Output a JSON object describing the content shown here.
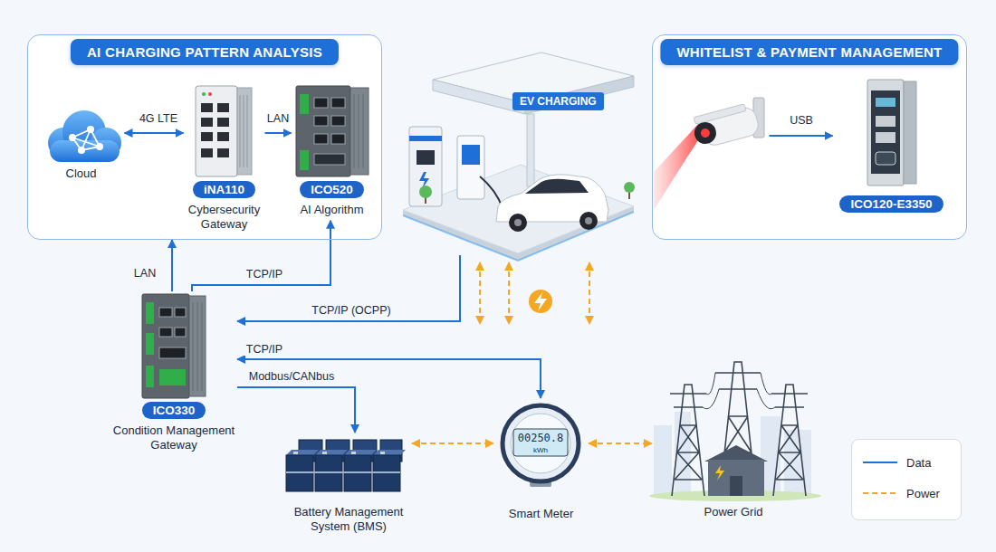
{
  "diagram": {
    "nodes": [
      {
        "text": [
          "AI CHARGING PATTERN ANALYSIS"
        ]
      },
      {
        "text": [
          "Cloud"
        ],
        "in": 0
      },
      {
        "text": [
          "iNA110",
          "Cybersecurity Gateway"
        ],
        "in": 0
      },
      {
        "text": [
          "ICO520",
          "AI Algorithm"
        ],
        "in": 0
      },
      {
        "text": [
          "WHITELIST & PAYMENT MANAGEMENT"
        ]
      },
      {
        "text": [],
        "in": 4
      },
      {
        "text": [
          "ICO120-E3350"
        ],
        "in": 4
      },
      {
        "text": [
          "EV CHARGING"
        ]
      },
      {
        "text": [
          "ICO330",
          "Condition Management Gateway"
        ]
      },
      {
        "text": [
          "Battery Management System (BMS)"
        ]
      },
      {
        "text": [
          "Smart Meter"
        ]
      },
      {
        "text": [
          "Power Grid"
        ]
      }
    ],
    "edges": [
      {
        "from": 1,
        "to": 2,
        "label": "4G LTE",
        "arrow": "both"
      },
      {
        "from": 2,
        "to": 3,
        "label": "LAN",
        "arrow": "to"
      },
      {
        "from": 8,
        "to": 0,
        "label": "LAN",
        "arrow": "to"
      },
      {
        "from": 8,
        "to": 3,
        "label": "TCP/IP",
        "arrow": "to"
      },
      {
        "from": 7,
        "to": 8,
        "label": "TCP/IP (OCPP)",
        "arrow": "to"
      },
      {
        "from": 8,
        "to": 10,
        "label": "TCP/IP",
        "arrow": "both"
      },
      {
        "from": 8,
        "to": 9,
        "label": "Modbus/CANbus",
        "arrow": "to"
      },
      {
        "from": 5,
        "to": 6,
        "label": "USB",
        "arrow": "to"
      },
      {
        "from": 9,
        "to": 10,
        "arrow": "both"
      },
      {
        "from": 10,
        "to": 11,
        "arrow": "both"
      }
    ],
    "labels": [
      "00250.8",
      "kWh"
    ],
    "legend": [
      {
        "text": "Data"
      },
      {
        "text": "Power"
      }
    ]
  }
}
